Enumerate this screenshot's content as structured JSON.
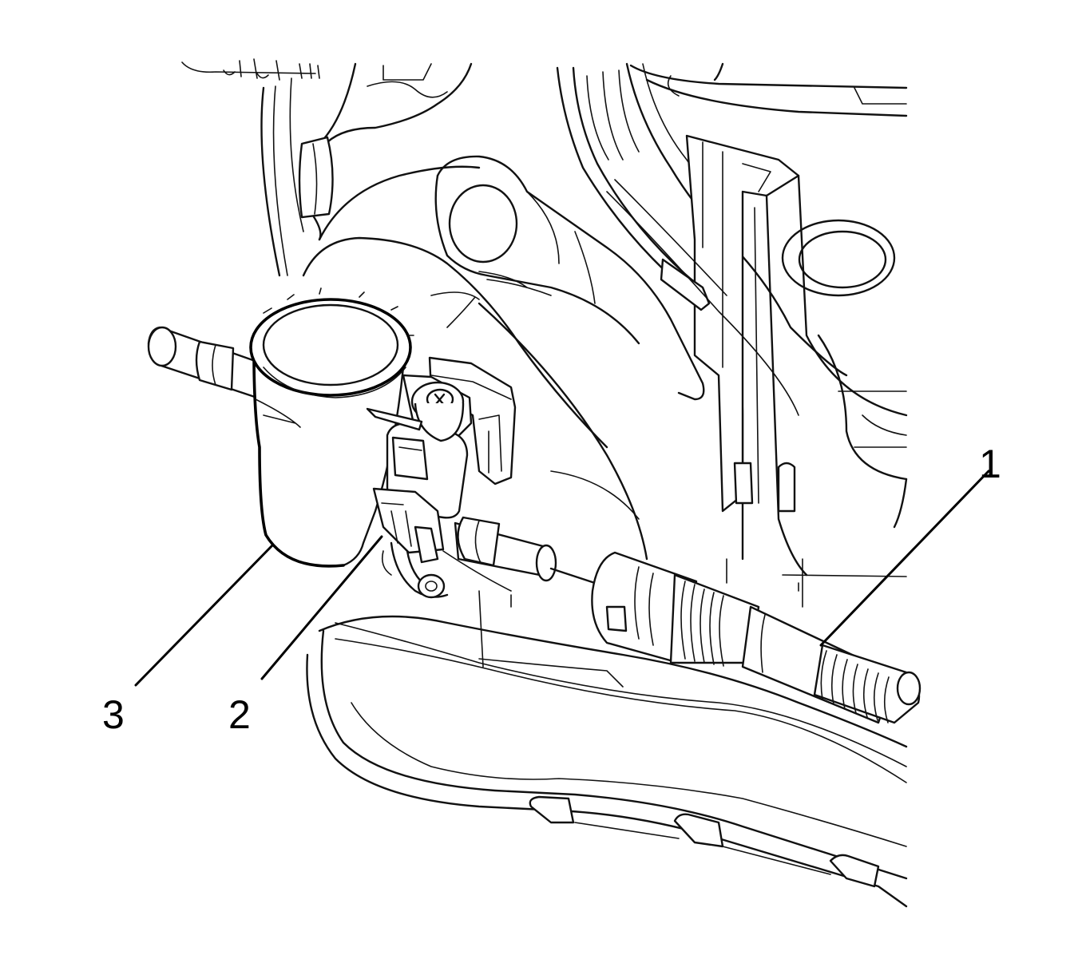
{
  "diagram": {
    "style": "black line drawing on white",
    "colors": {
      "line": "#111111",
      "background": "#ffffff"
    },
    "callouts": [
      {
        "id": "1",
        "label": "1"
      },
      {
        "id": "2",
        "label": "2"
      },
      {
        "id": "3",
        "label": "3"
      }
    ]
  }
}
